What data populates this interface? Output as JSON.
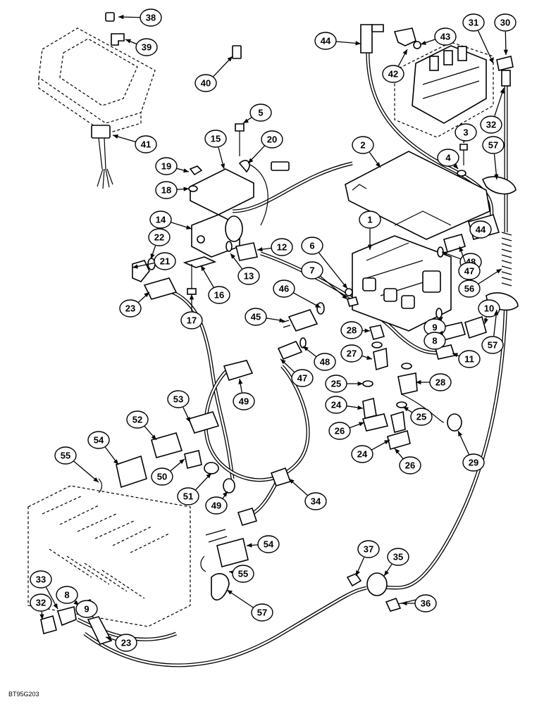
{
  "footer_code": "BT95G203",
  "callouts": [
    {
      "label": "38"
    },
    {
      "label": "39"
    },
    {
      "label": "40"
    },
    {
      "label": "41"
    },
    {
      "label": "44"
    },
    {
      "label": "42"
    },
    {
      "label": "43"
    },
    {
      "label": "31"
    },
    {
      "label": "30"
    },
    {
      "label": "32"
    },
    {
      "label": "3"
    },
    {
      "label": "4"
    },
    {
      "label": "57"
    },
    {
      "label": "5"
    },
    {
      "label": "15"
    },
    {
      "label": "20"
    },
    {
      "label": "2"
    },
    {
      "label": "19"
    },
    {
      "label": "18"
    },
    {
      "label": "14"
    },
    {
      "label": "22"
    },
    {
      "label": "21"
    },
    {
      "label": "23"
    },
    {
      "label": "1"
    },
    {
      "label": "6"
    },
    {
      "label": "7"
    },
    {
      "label": "12"
    },
    {
      "label": "13"
    },
    {
      "label": "16"
    },
    {
      "label": "17"
    },
    {
      "label": "46"
    },
    {
      "label": "45"
    },
    {
      "label": "44"
    },
    {
      "label": "48"
    },
    {
      "label": "47"
    },
    {
      "label": "56"
    },
    {
      "label": "10"
    },
    {
      "label": "9"
    },
    {
      "label": "8"
    },
    {
      "label": "57"
    },
    {
      "label": "11"
    },
    {
      "label": "28"
    },
    {
      "label": "27"
    },
    {
      "label": "48"
    },
    {
      "label": "47"
    },
    {
      "label": "28"
    },
    {
      "label": "25"
    },
    {
      "label": "24"
    },
    {
      "label": "49"
    },
    {
      "label": "25"
    },
    {
      "label": "26"
    },
    {
      "label": "24"
    },
    {
      "label": "26"
    },
    {
      "label": "29"
    },
    {
      "label": "53"
    },
    {
      "label": "52"
    },
    {
      "label": "54"
    },
    {
      "label": "55"
    },
    {
      "label": "50"
    },
    {
      "label": "51"
    },
    {
      "label": "49"
    },
    {
      "label": "34"
    },
    {
      "label": "54"
    },
    {
      "label": "55"
    },
    {
      "label": "33"
    },
    {
      "label": "8"
    },
    {
      "label": "9"
    },
    {
      "label": "32"
    },
    {
      "label": "57"
    },
    {
      "label": "23"
    },
    {
      "label": "37"
    },
    {
      "label": "35"
    },
    {
      "label": "36"
    }
  ]
}
